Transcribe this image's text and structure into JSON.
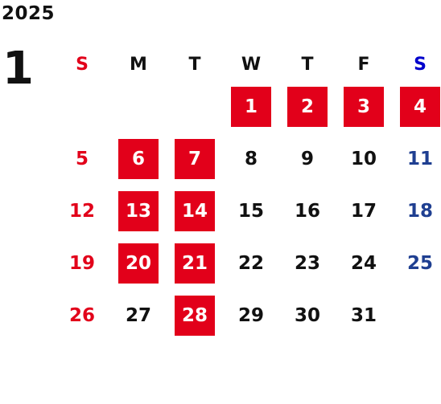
{
  "year": "2025",
  "month": "1",
  "weekdays": [
    {
      "label": "S",
      "color": "#e2001a"
    },
    {
      "label": "M",
      "color": "#111111"
    },
    {
      "label": "T",
      "color": "#111111"
    },
    {
      "label": "W",
      "color": "#111111"
    },
    {
      "label": "T",
      "color": "#111111"
    },
    {
      "label": "F",
      "color": "#111111"
    },
    {
      "label": "S",
      "color": "#0000cc"
    }
  ],
  "colors": {
    "sunday": "#e2001a",
    "saturday": "#1f3f91",
    "weekday": "#111111",
    "highlight_bg": "#e2001a",
    "highlight_text": "#ffffff"
  },
  "first_weekday_index": 3,
  "days": [
    {
      "label": "1",
      "highlighted": true
    },
    {
      "label": "2",
      "highlighted": true
    },
    {
      "label": "3",
      "highlighted": true
    },
    {
      "label": "4",
      "highlighted": true
    },
    {
      "label": "5",
      "highlighted": false
    },
    {
      "label": "6",
      "highlighted": true
    },
    {
      "label": "7",
      "highlighted": true
    },
    {
      "label": "8",
      "highlighted": false
    },
    {
      "label": "9",
      "highlighted": false
    },
    {
      "label": "10",
      "highlighted": false
    },
    {
      "label": "11",
      "highlighted": false
    },
    {
      "label": "12",
      "highlighted": false
    },
    {
      "label": "13",
      "highlighted": true
    },
    {
      "label": "14",
      "highlighted": true
    },
    {
      "label": "15",
      "highlighted": false
    },
    {
      "label": "16",
      "highlighted": false
    },
    {
      "label": "17",
      "highlighted": false
    },
    {
      "label": "18",
      "highlighted": false
    },
    {
      "label": "19",
      "highlighted": false
    },
    {
      "label": "20",
      "highlighted": true
    },
    {
      "label": "21",
      "highlighted": true
    },
    {
      "label": "22",
      "highlighted": false
    },
    {
      "label": "23",
      "highlighted": false
    },
    {
      "label": "24",
      "highlighted": false
    },
    {
      "label": "25",
      "highlighted": false
    },
    {
      "label": "26",
      "highlighted": false
    },
    {
      "label": "27",
      "highlighted": false
    },
    {
      "label": "28",
      "highlighted": true
    },
    {
      "label": "29",
      "highlighted": false
    },
    {
      "label": "30",
      "highlighted": false
    },
    {
      "label": "31",
      "highlighted": false
    }
  ]
}
